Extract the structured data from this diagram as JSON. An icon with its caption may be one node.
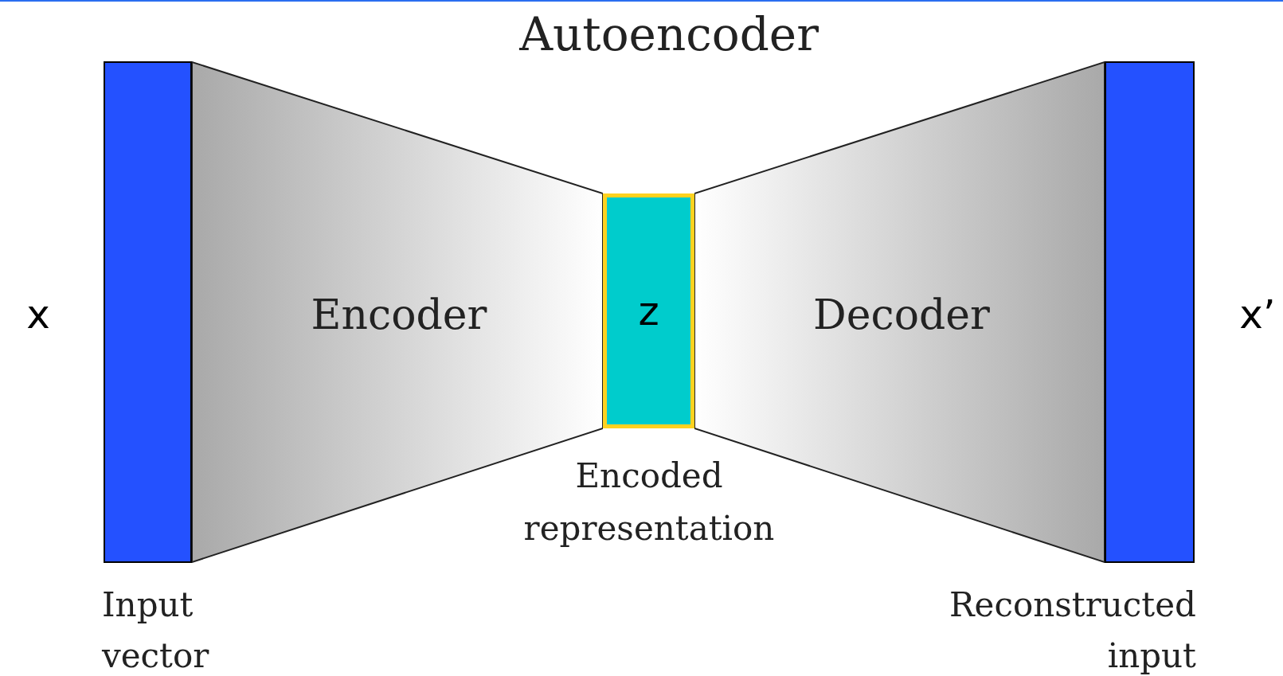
{
  "diagram": {
    "title": "Autoencoder",
    "nodes": [
      {
        "text": [],
        "shape": "bar",
        "beside": [
          "x",
          "Input vector"
        ]
      },
      {
        "text": [
          "Encoder"
        ]
      },
      {
        "text": [
          "z"
        ]
      },
      {
        "text": [
          "Decoder"
        ]
      },
      {
        "text": [],
        "shape": "bar",
        "beside": [
          "x’",
          "Reconstructed input"
        ]
      }
    ],
    "edges": [],
    "labels": [
      "Encoded representation"
    ]
  }
}
